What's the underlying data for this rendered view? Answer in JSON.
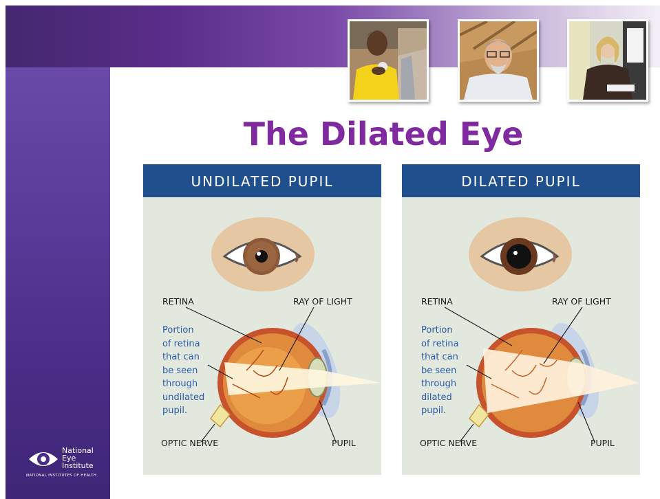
{
  "slide": {
    "title": "The Dilated Eye"
  },
  "panels": [
    {
      "header": "UNDILATED PUPIL",
      "labels": {
        "retina": "RETINA",
        "ray_of_light": "RAY OF LIGHT",
        "optic_nerve": "OPTIC NERVE",
        "pupil": "PUPIL"
      },
      "note_lines": [
        "Portion",
        "of retina",
        "that can",
        "be seen",
        "through",
        "undilated",
        "pupil."
      ]
    },
    {
      "header": "DILATED PUPIL",
      "labels": {
        "retina": "RETINA",
        "ray_of_light": "RAY OF LIGHT",
        "optic_nerve": "OPTIC NERVE",
        "pupil": "PUPIL"
      },
      "note_lines": [
        "Portion",
        "of retina",
        "that can",
        "be seen",
        "through",
        "dilated",
        "pupil."
      ]
    }
  ],
  "logo": {
    "line1": "National",
    "line2": "Eye",
    "line3": "Institute",
    "subtitle": "NATIONAL INSTITUTES OF HEALTH"
  },
  "colors": {
    "title": "#7f2a9e",
    "panel_header": "#1f4f8c",
    "panel_bg": "#e2e8dd",
    "note_text": "#2a5aa8",
    "band_purple": "#5a2d8a"
  },
  "icons": [
    "eye-logo-icon"
  ]
}
